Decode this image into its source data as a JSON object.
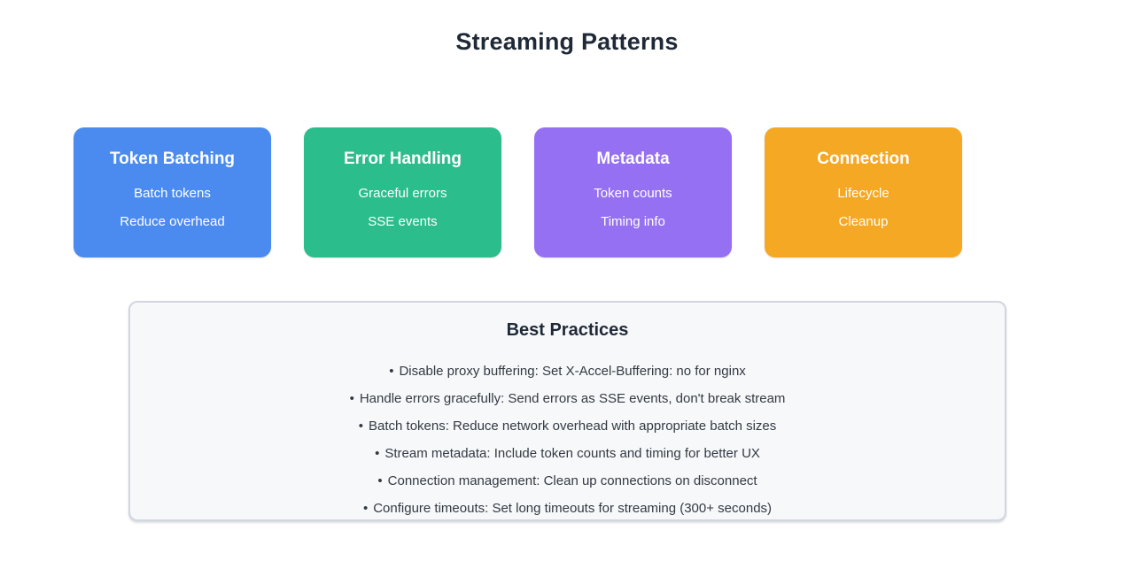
{
  "page": {
    "title": "Streaming Patterns"
  },
  "cards": [
    {
      "title": "Token Batching",
      "lines": [
        "Batch tokens",
        "Reduce overhead"
      ],
      "color": "#4b8bf0"
    },
    {
      "title": "Error Handling",
      "lines": [
        "Graceful errors",
        "SSE events"
      ],
      "color": "#2bbd8b"
    },
    {
      "title": "Metadata",
      "lines": [
        "Token counts",
        "Timing info"
      ],
      "color": "#9670f2"
    },
    {
      "title": "Connection",
      "lines": [
        "Lifecycle",
        "Cleanup"
      ],
      "color": "#f5a823"
    }
  ],
  "best_practices": {
    "title": "Best Practices",
    "bullet_glyph": "•",
    "items": [
      "Disable proxy buffering: Set X-Accel-Buffering: no for nginx",
      "Handle errors gracefully: Send errors as SSE events, don't break stream",
      "Batch tokens: Reduce network overhead with appropriate batch sizes",
      "Stream metadata: Include token counts and timing for better UX",
      "Connection management: Clean up connections on disconnect",
      "Configure timeouts: Set long timeouts for streaming (300+ seconds)"
    ],
    "panel_background": "#f7f8fa",
    "panel_border": "#d2d6de"
  },
  "colors": {
    "page_background": "#ffffff",
    "heading_text": "#1f2937",
    "body_text": "#333a42",
    "card_text": "#ffffff"
  }
}
